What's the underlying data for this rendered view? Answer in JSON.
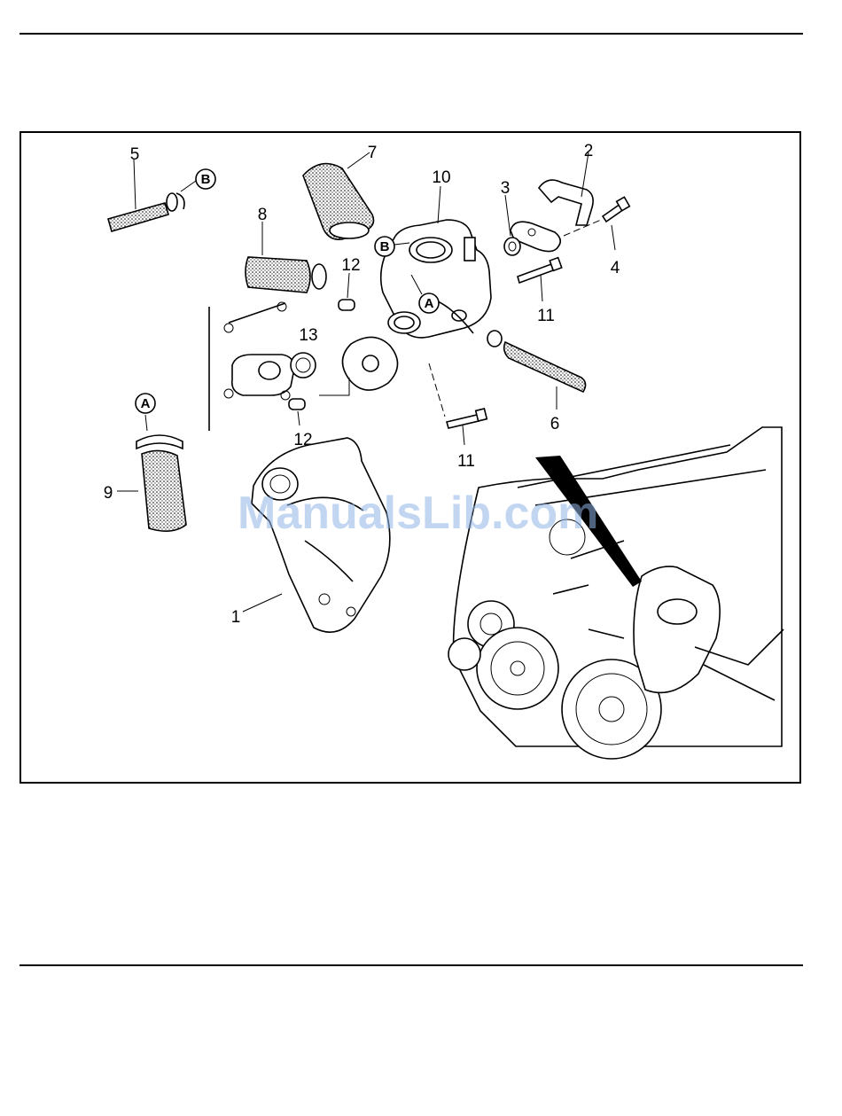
{
  "callouts": {
    "c1": "1",
    "c2": "2",
    "c3": "3",
    "c4": "4",
    "c5": "5",
    "c6": "6",
    "c7": "7",
    "c8": "8",
    "c9": "9",
    "c10": "10",
    "c11a": "11",
    "c11b": "11",
    "c12a": "12",
    "c12b": "12",
    "c13": "13"
  },
  "refs": {
    "a_top": "A",
    "a_left": "A",
    "b_top": "B",
    "b_right": "B"
  },
  "watermark": "ManualsLib.com"
}
